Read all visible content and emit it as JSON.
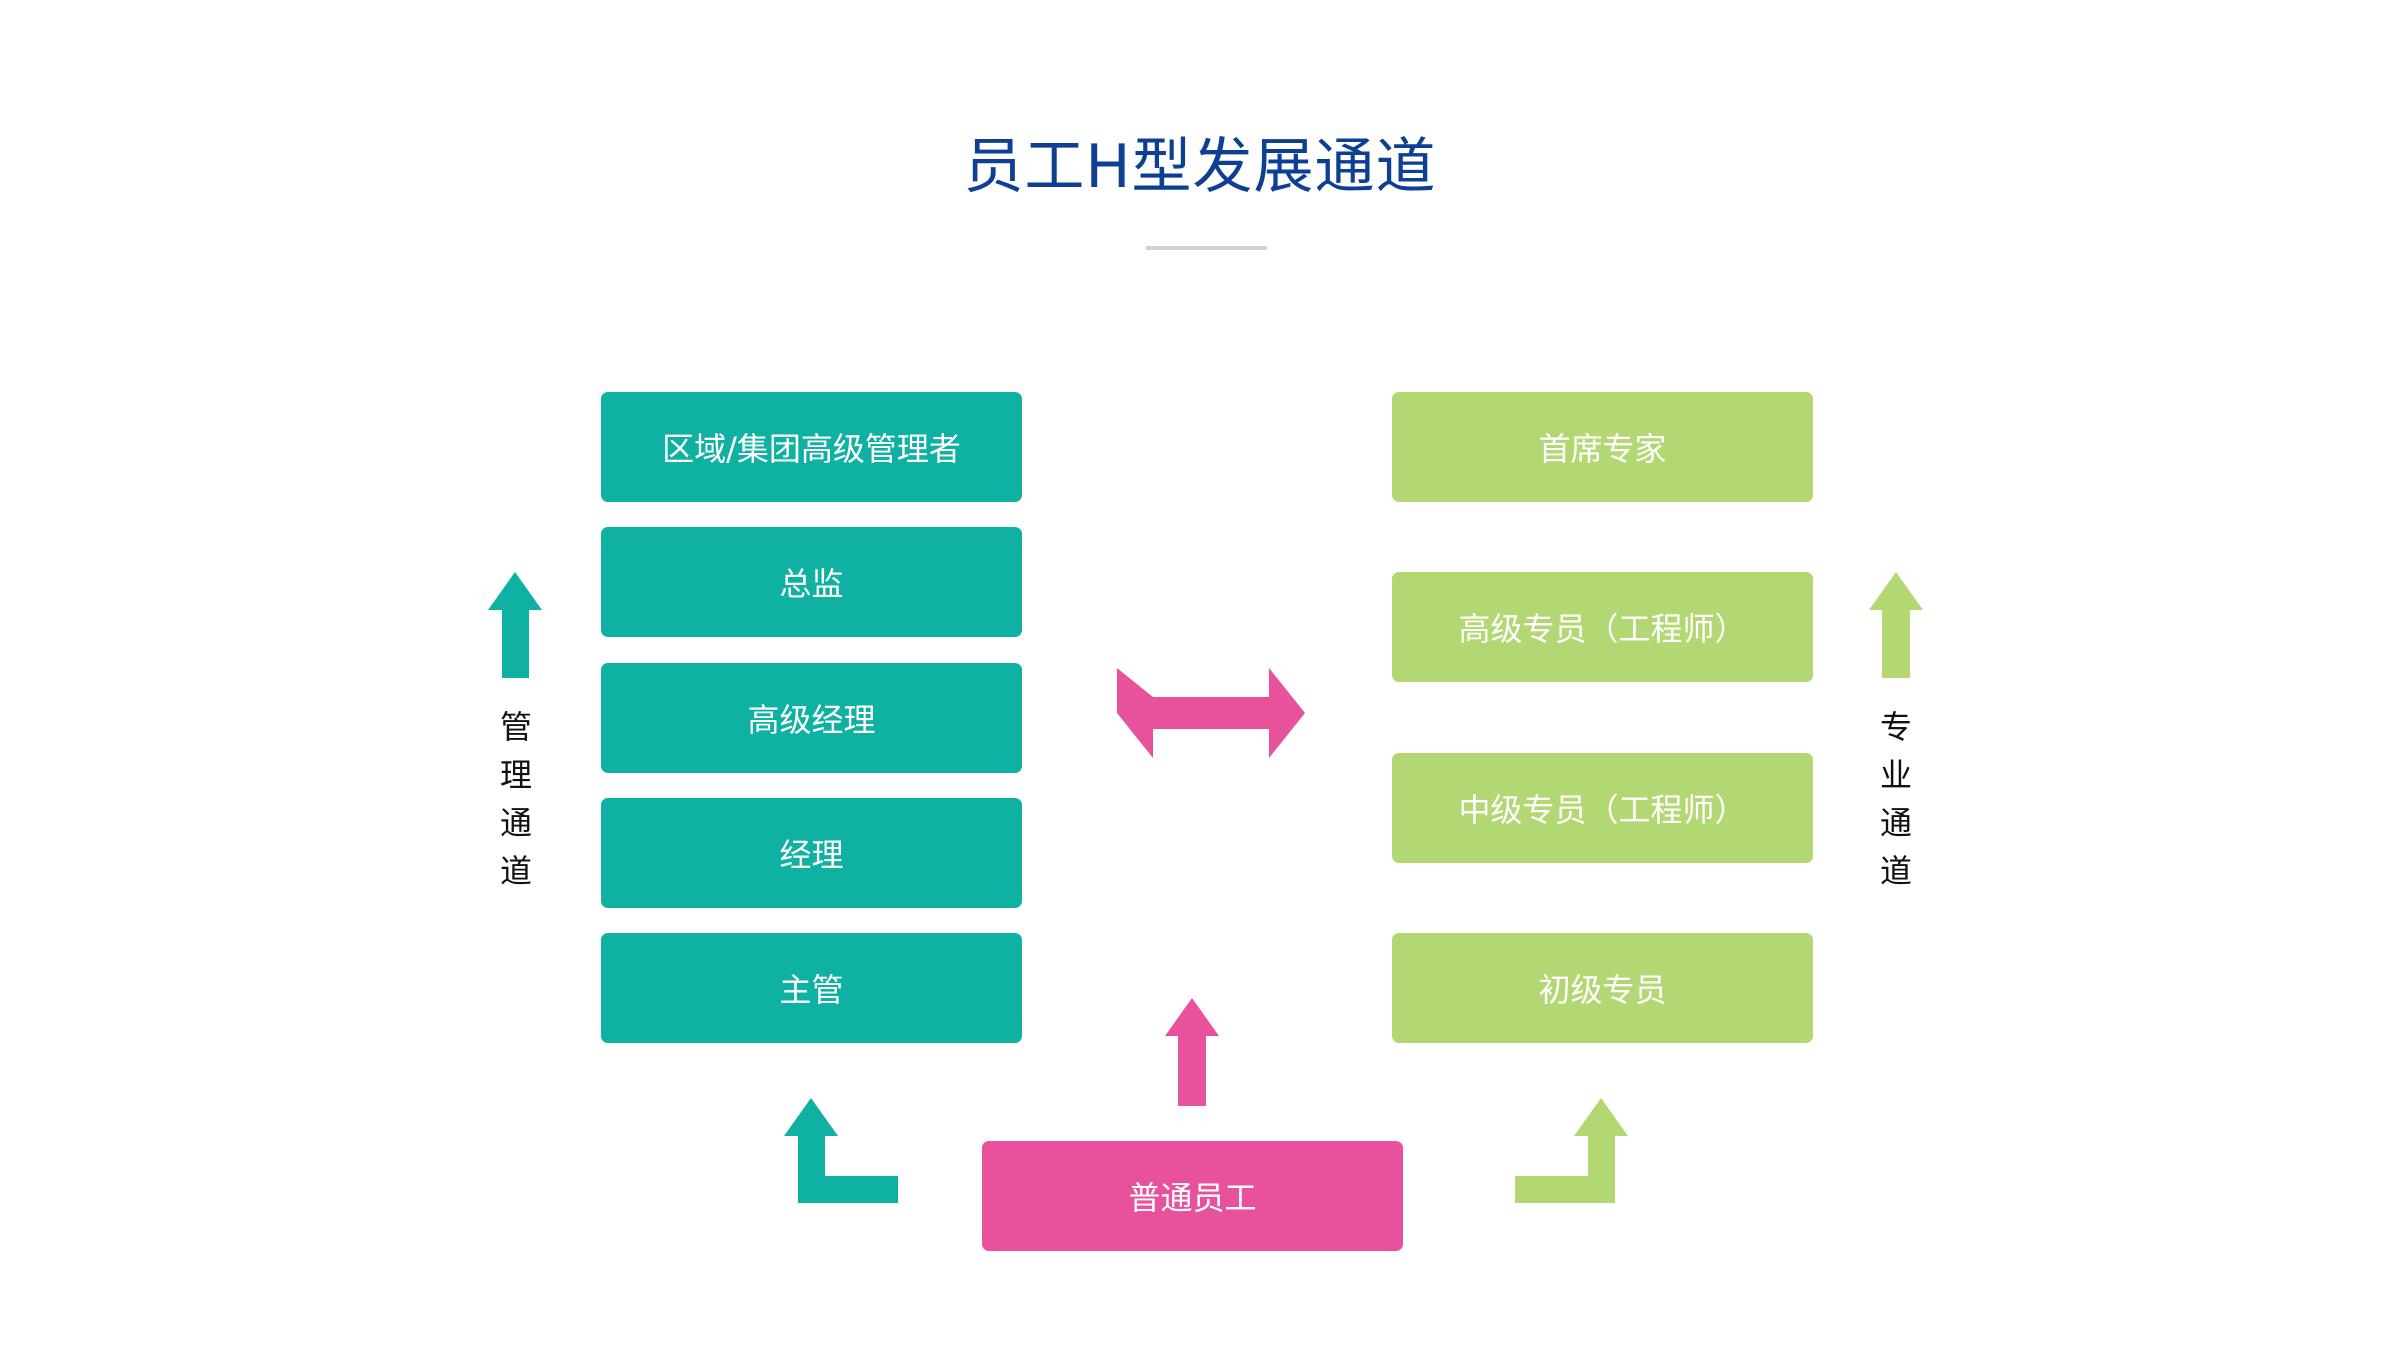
{
  "title": "员工H型发展通道",
  "colors": {
    "title": "#0d3f92",
    "management": "#0fb2a2",
    "professional": "#b3d772",
    "base": "#e8529c",
    "divider": "#d3d3d3"
  },
  "management_track": {
    "label": [
      "管",
      "理",
      "通",
      "道"
    ],
    "levels": [
      "区域/集团高级管理者",
      "总监",
      "高级经理",
      "经理",
      "主管"
    ]
  },
  "professional_track": {
    "label": [
      "专",
      "业",
      "通",
      "道"
    ],
    "levels": [
      "首席专家",
      "高级专员（工程师）",
      "中级专员（工程师）",
      "初级专员"
    ]
  },
  "base_level": "普通员工",
  "icons": {
    "management_up": "arrow-up-icon",
    "professional_up": "arrow-up-icon",
    "exchange": "double-arrow-icon",
    "base_up": "arrow-up-icon",
    "to_management": "elbow-arrow-icon",
    "to_professional": "elbow-arrow-icon"
  }
}
